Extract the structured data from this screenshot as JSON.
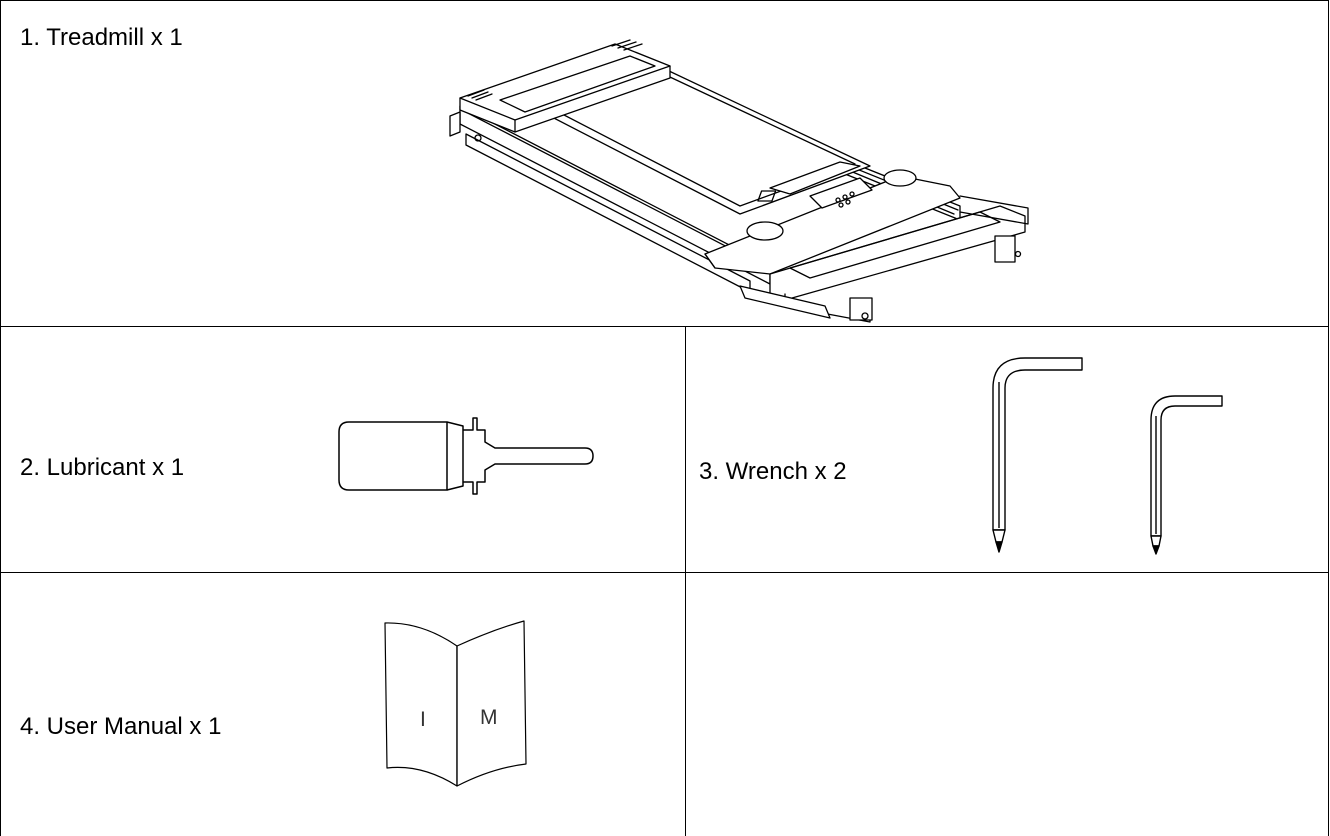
{
  "items": [
    {
      "label": "1. Treadmill x 1",
      "icon": "treadmill-icon"
    },
    {
      "label": "2. Lubricant x 1",
      "icon": "lubricant-bottle-icon"
    },
    {
      "label": "3. Wrench x 2",
      "icon": "allen-wrench-icon"
    },
    {
      "label": "4. User Manual x 1",
      "icon": "user-manual-icon"
    }
  ],
  "manual_letters": {
    "left": "I",
    "right": "M"
  }
}
